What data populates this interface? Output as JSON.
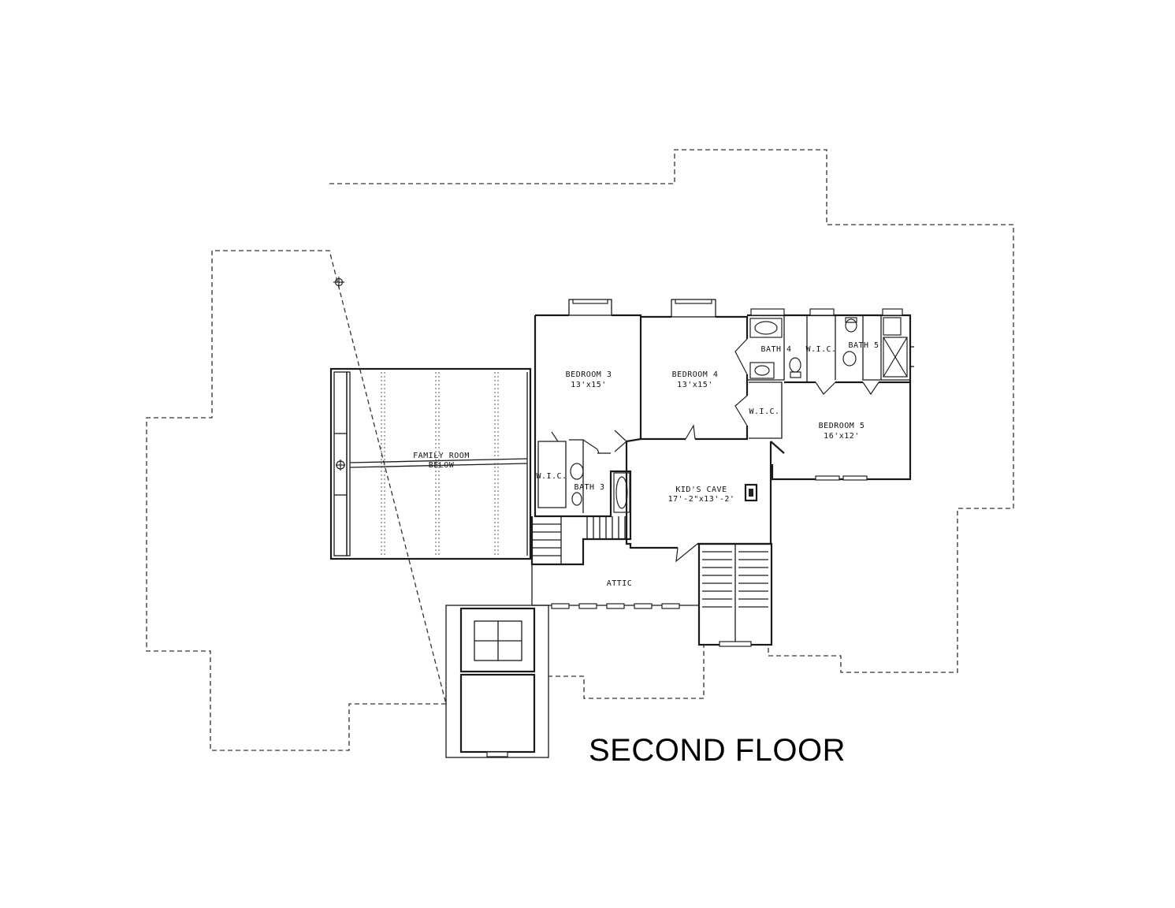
{
  "title": "SECOND FLOOR",
  "rooms": {
    "bedroom3": {
      "name": "BEDROOM 3",
      "size": "13'x15'"
    },
    "bedroom4": {
      "name": "BEDROOM 4",
      "size": "13'x15'"
    },
    "bedroom5": {
      "name": "BEDROOM 5",
      "size": "16'x12'"
    },
    "bath3": "BATH 3",
    "bath4": "BATH 4",
    "bath5": "BATH 5",
    "wic_bath4": "W.I.C.",
    "wic_bed4": "W.I.C.",
    "wic_bed3": "W.I.C.",
    "kids_cave": {
      "name": "KID'S CAVE",
      "size": "17'-2\"x13'-2'"
    },
    "family_room": {
      "line1": "FAMILY ROOM",
      "line2": "BELOW"
    },
    "attic": "ATTIC"
  }
}
